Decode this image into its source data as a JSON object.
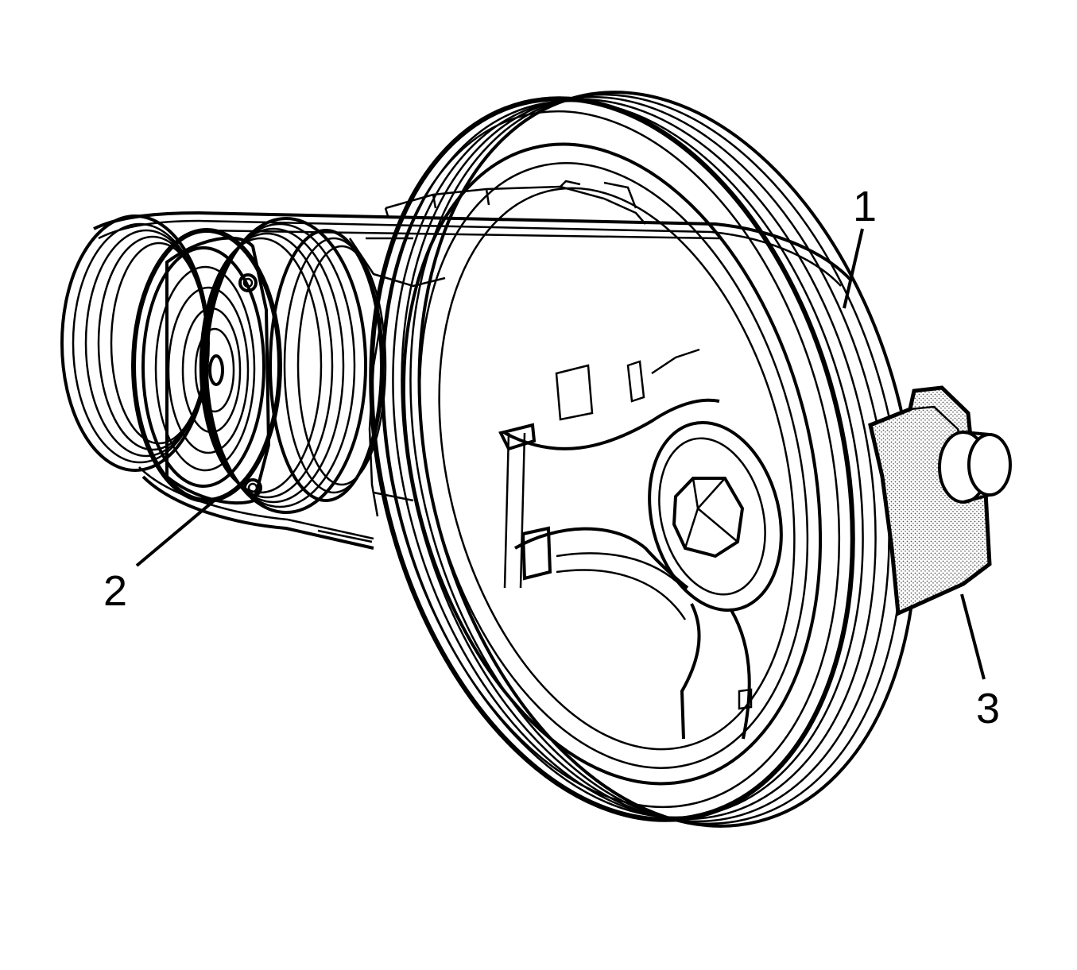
{
  "diagram": {
    "callouts": [
      {
        "label": "1"
      },
      {
        "label": "2"
      },
      {
        "label": "3"
      }
    ],
    "colors": {
      "line": "#000000",
      "background": "#ffffff",
      "stipple": "#bfbfbf"
    }
  }
}
